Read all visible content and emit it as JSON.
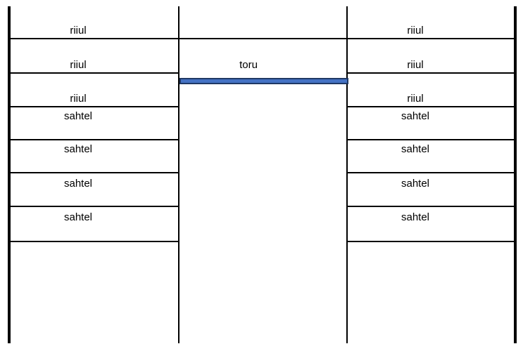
{
  "diagram": {
    "left_column": {
      "rows": [
        {
          "type": "shelf",
          "label": "riiul"
        },
        {
          "type": "shelf",
          "label": "riiul"
        },
        {
          "type": "shelf",
          "label": "riiul"
        },
        {
          "type": "drawer",
          "label": "sahtel"
        },
        {
          "type": "drawer",
          "label": "sahtel"
        },
        {
          "type": "drawer",
          "label": "sahtel"
        },
        {
          "type": "drawer",
          "label": "sahtel"
        }
      ]
    },
    "middle_column": {
      "rail_label": "toru"
    },
    "right_column": {
      "rows": [
        {
          "type": "shelf",
          "label": "riiul"
        },
        {
          "type": "shelf",
          "label": "riiul"
        },
        {
          "type": "shelf",
          "label": "riiul"
        },
        {
          "type": "drawer",
          "label": "sahtel"
        },
        {
          "type": "drawer",
          "label": "sahtel"
        },
        {
          "type": "drawer",
          "label": "sahtel"
        },
        {
          "type": "drawer",
          "label": "sahtel"
        }
      ]
    },
    "colors": {
      "line": "#000000",
      "text": "#000000",
      "background": "#ffffff",
      "rail_fill": "#4472c4",
      "rail_border": "#1f3864"
    }
  }
}
